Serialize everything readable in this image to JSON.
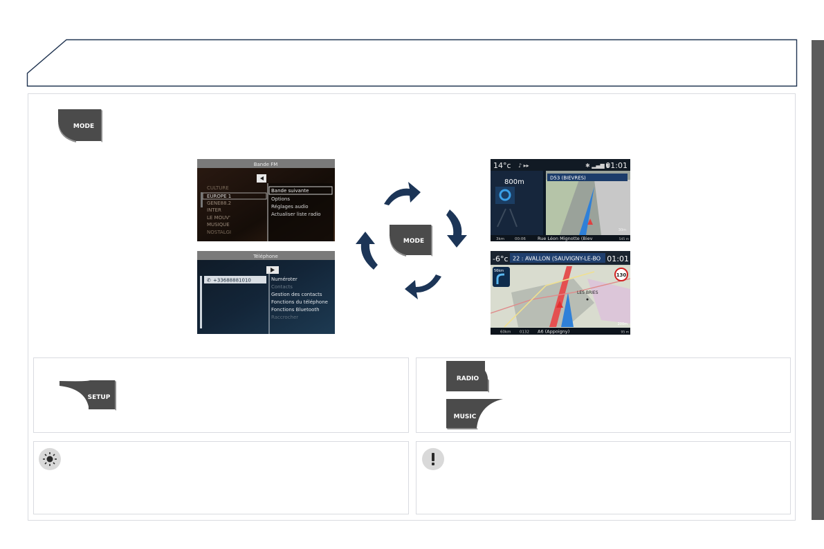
{
  "buttons": {
    "mode_top": "MODE",
    "mode_center": "MODE",
    "setup": "SETUP",
    "radio": "RADIO",
    "music": "MUSIC"
  },
  "radio_screen": {
    "title": "Bande FM",
    "stations": [
      "CULTURE",
      "EUROPE 1",
      "GENE88.2",
      "INTER",
      "LE MOUV'",
      "MUSIQUE",
      "NOSTALGI"
    ],
    "menu": [
      "Bande suivante",
      "Options",
      "Réglages audio",
      "Actualiser liste radio"
    ]
  },
  "phone_screen": {
    "title": "Téléphone",
    "number": "+33688881010",
    "menu": [
      "Numéroter",
      "Contacts",
      "Gestion des contacts",
      "Fonctions du téléphone",
      "Fonctions Bluetooth",
      "Raccrocher"
    ]
  },
  "nav_screen_1": {
    "temp": "14°c",
    "clock": "01:01",
    "distance": "800m",
    "road": "D53 (BIEVRES)",
    "street": "Rue Léon Mignotte (Biev",
    "left_info": "3km",
    "mid_info": "00:06",
    "right_info": "545 m",
    "scale": "30m"
  },
  "nav_screen_2": {
    "temp": "-6°c",
    "clock": "01:01",
    "route": "22 : AVALLON (SAUVIGNY-LE-BO",
    "turn_dist": "56km",
    "speed_limit": "130",
    "place": "LES BRIES",
    "speed": "60km",
    "mid_info": "0132",
    "road": "A6 (Appoigny)",
    "right_info": "95 m",
    "scale": "200m"
  },
  "icons": {
    "tip": "bulb-icon",
    "warning": "exclamation-icon"
  },
  "colors": {
    "frame_blue": "#1f3350",
    "arrow_blue": "#1c3557",
    "button_dark": "#4b4b4b",
    "side_bar": "#5b5b5b"
  }
}
